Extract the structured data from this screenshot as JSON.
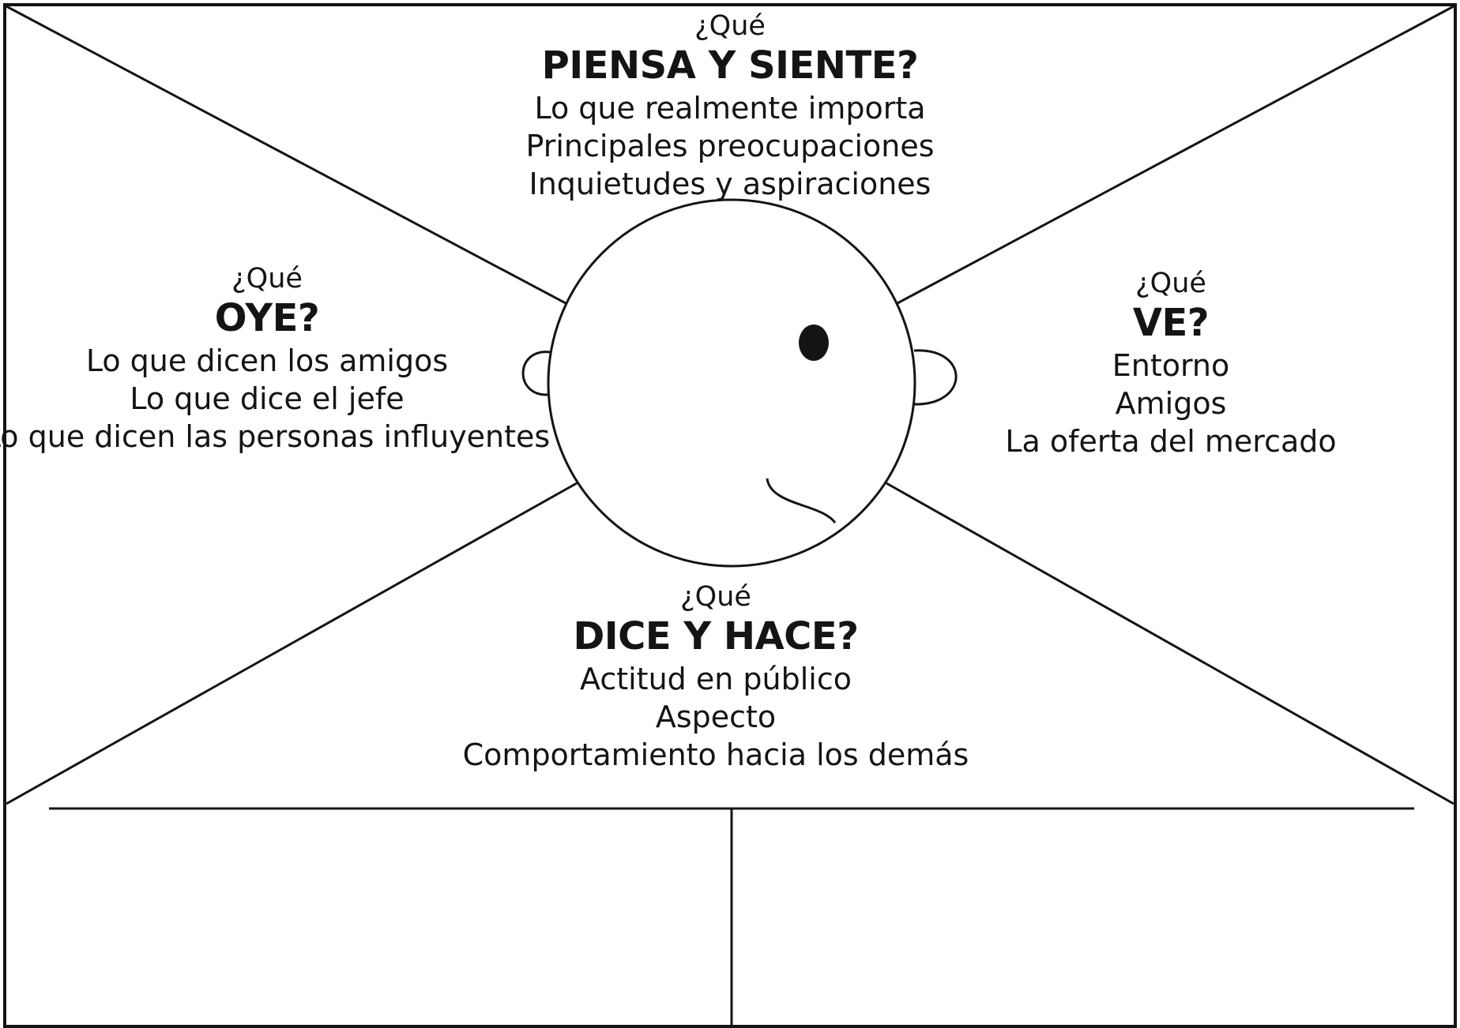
{
  "sections": {
    "top": {
      "question": "¿Qué",
      "heading": "PIENSA Y SIENTE?",
      "lines": [
        "Lo que realmente importa",
        "Principales preocupaciones",
        "Inquietudes y aspiraciones"
      ]
    },
    "left": {
      "question": "¿Qué",
      "heading": "OYE?",
      "lines": [
        "Lo que dicen los amigos",
        "Lo que dice el jefe",
        "Lo que dicen las personas influyentes"
      ]
    },
    "right": {
      "question": "¿Qué",
      "heading": "VE?",
      "lines": [
        "Entorno",
        "Amigos",
        "La oferta del mercado"
      ]
    },
    "bottom": {
      "question": "¿Qué",
      "heading": "DICE Y HACE?",
      "lines": [
        "Actitud en público",
        "Aspecto",
        "Comportamiento hacia los demás"
      ]
    }
  },
  "colors": {
    "stroke": "#141414",
    "background": "#ffffff"
  }
}
